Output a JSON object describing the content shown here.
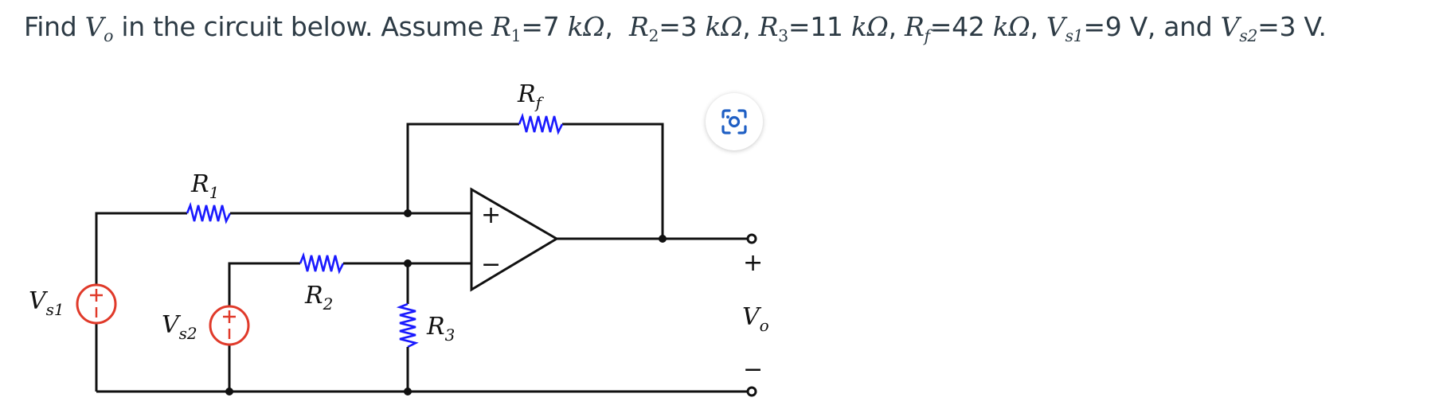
{
  "question": {
    "find": "Find",
    "vo_v": "V",
    "vo_sub": "o",
    "in_circuit": "in the circuit below. Assume",
    "r1_sym": "R",
    "r1_sub": "1",
    "r1_val": "=7",
    "r2_sym": "R",
    "r2_sub": "2",
    "r2_val": "=3",
    "r3_sym": "R",
    "r3_sub": "3",
    "r3_val": "=11",
    "rf_sym": "R",
    "rf_sub": "f",
    "rf_val": "=42",
    "unit_k": "kΩ",
    "vs1_sym": "V",
    "vs1_sub": "s1",
    "vs1_val": "=9 V",
    "and": ", and",
    "vs2_sym": "V",
    "vs2_sub": "s2",
    "vs2_val": "=3 V."
  },
  "circuit": {
    "rf_label": "R",
    "rf_sub": "f",
    "r1_label": "R",
    "r1_sub": "1",
    "r2_label": "R",
    "r2_sub": "2",
    "r3_label": "R",
    "r3_sub": "3",
    "vs1_label": "V",
    "vs1_sub": "s1",
    "vs2_label": "V",
    "vs2_sub": "s2",
    "vo_label": "V",
    "vo_sub": "o",
    "opamp_plus": "+",
    "opamp_minus": "−",
    "out_plus": "+",
    "out_minus": "−"
  },
  "colors": {
    "resistor": "#1a1aff",
    "source": "#e03a2a",
    "ocr_icon": "#1f5fc4"
  },
  "icons": {
    "ocr_button": "scan-text-icon"
  }
}
